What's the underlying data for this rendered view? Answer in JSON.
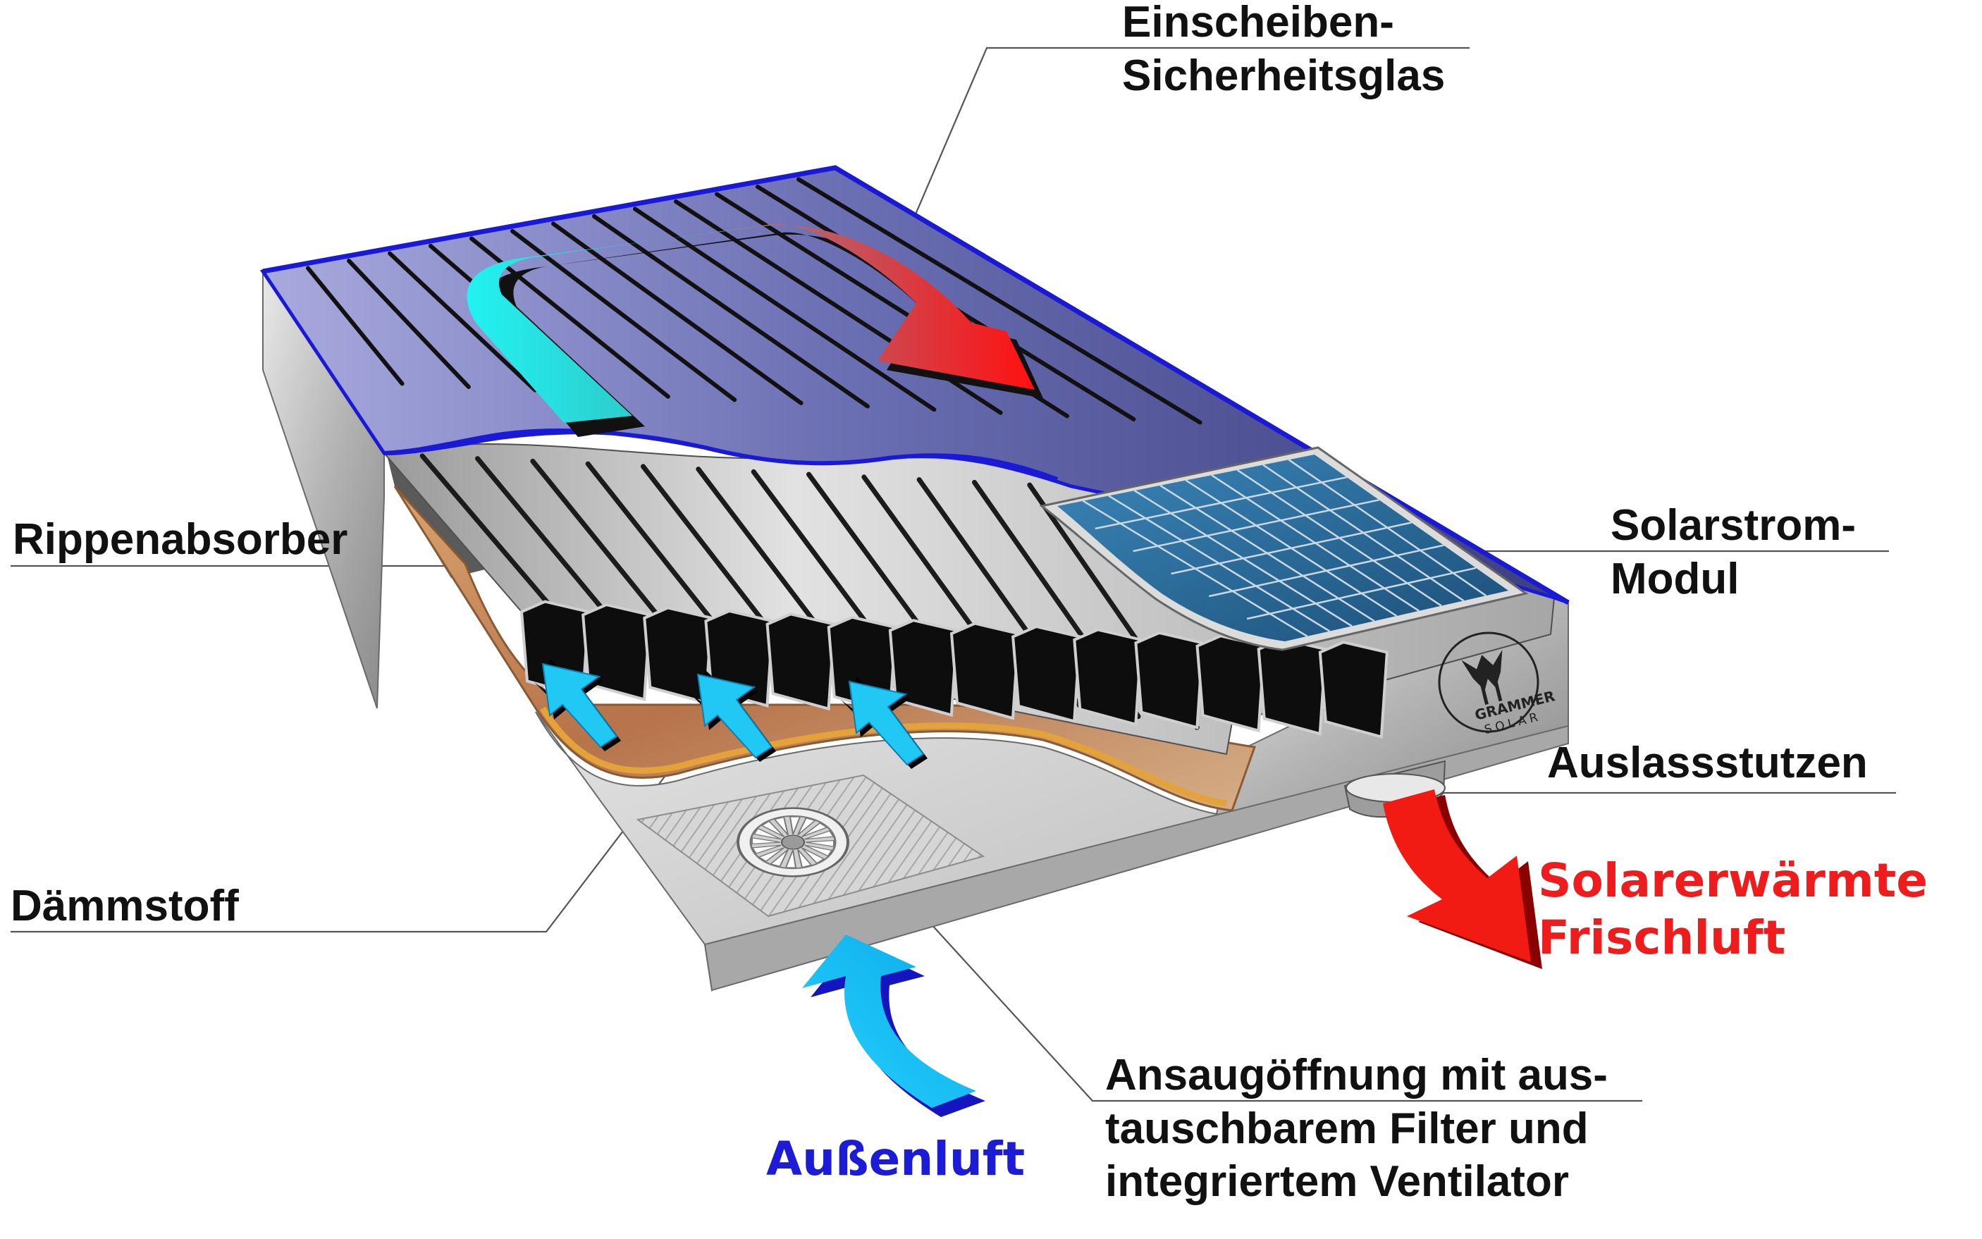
{
  "labels": {
    "glass": [
      "Einscheiben-",
      "Sicherheitsglas"
    ],
    "absorber": "Rippenabsorber",
    "pv_module": [
      "Solarstrom-",
      "Modul"
    ],
    "outlet": "Auslassstutzen",
    "insulation": "Dämmstoff",
    "intake": [
      "Ansaugöffnung mit aus-",
      "tauschbarem Filter und",
      "integriertem Ventilator"
    ],
    "warm_air": [
      "Solarerwärmte",
      "Frischluft"
    ],
    "outside_air": "Außenluft"
  },
  "logo": {
    "line1": "GRAMMER",
    "line2": "SOLAR"
  },
  "colors": {
    "glass": "#5e62a6",
    "glass_edge": "#1a1ad6",
    "cold_air": "#13c6f5",
    "warm_air": "#f21b14",
    "warm_label": "#ee1c1c",
    "cold_label": "#1c1cd6",
    "insulation": "#c98a5a",
    "pv_cell": "#2c6f9c",
    "housing": "#c8c8c8"
  },
  "icons": [
    "fan-icon",
    "filter-grid-icon",
    "logo-icon",
    "cold-air-arrow-icon",
    "warm-air-arrow-icon"
  ]
}
